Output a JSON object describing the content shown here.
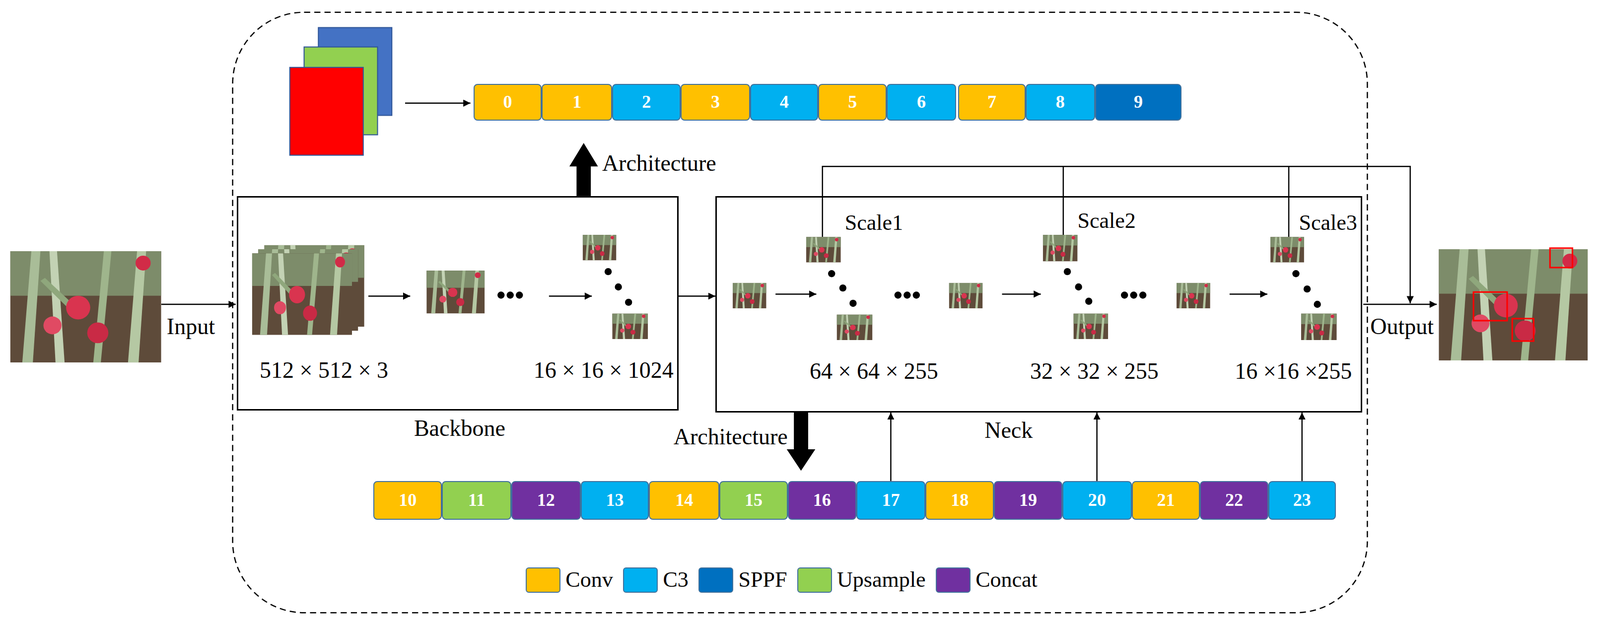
{
  "diagram": {
    "nodes": [
      {
        "text": [
          "0"
        ]
      },
      {
        "text": [
          "1"
        ]
      },
      {
        "text": [
          "2"
        ]
      },
      {
        "text": [
          "3"
        ]
      },
      {
        "text": [
          "4"
        ]
      },
      {
        "text": [
          "5"
        ]
      },
      {
        "text": [
          "6"
        ]
      },
      {
        "text": [
          "7"
        ]
      },
      {
        "text": [
          "8"
        ]
      },
      {
        "text": [
          "9"
        ]
      },
      {
        "text": [
          "512 × 512 × 3",
          "16 × 16 × 1024",
          "Backbone"
        ]
      },
      {
        "text": [
          "Scale1",
          "64 × 64 × 255",
          "Scale2",
          "32 × 32 × 255",
          "Scale3",
          "16 ×16 ×255",
          "Neck"
        ]
      },
      {
        "text": [
          "10"
        ]
      },
      {
        "text": [
          "11"
        ]
      },
      {
        "text": [
          "12"
        ]
      },
      {
        "text": [
          "13"
        ]
      },
      {
        "text": [
          "14"
        ]
      },
      {
        "text": [
          "15"
        ]
      },
      {
        "text": [
          "16"
        ]
      },
      {
        "text": [
          "17"
        ]
      },
      {
        "text": [
          "18"
        ]
      },
      {
        "text": [
          "19"
        ]
      },
      {
        "text": [
          "20"
        ]
      },
      {
        "text": [
          "21"
        ]
      },
      {
        "text": [
          "22"
        ]
      },
      {
        "text": [
          "23"
        ]
      }
    ],
    "edges": [
      {
        "from": 10,
        "to": 11,
        "arrow": "to"
      },
      {
        "from": 19,
        "to": 11,
        "arrow": "to"
      },
      {
        "from": 22,
        "to": 11,
        "arrow": "to"
      },
      {
        "from": 25,
        "to": 11,
        "arrow": "to"
      }
    ],
    "labels": [
      "Input",
      "Architecture",
      "Architecture",
      "Output"
    ],
    "legend": [
      {
        "text": "Conv",
        "color": "#FFC000"
      },
      {
        "text": "C3",
        "color": "#00B0F0"
      },
      {
        "text": "SPPF",
        "color": "#0070C0"
      },
      {
        "text": "Upsample",
        "color": "#92D050"
      },
      {
        "text": "Concat",
        "color": "#7030A0"
      }
    ]
  }
}
